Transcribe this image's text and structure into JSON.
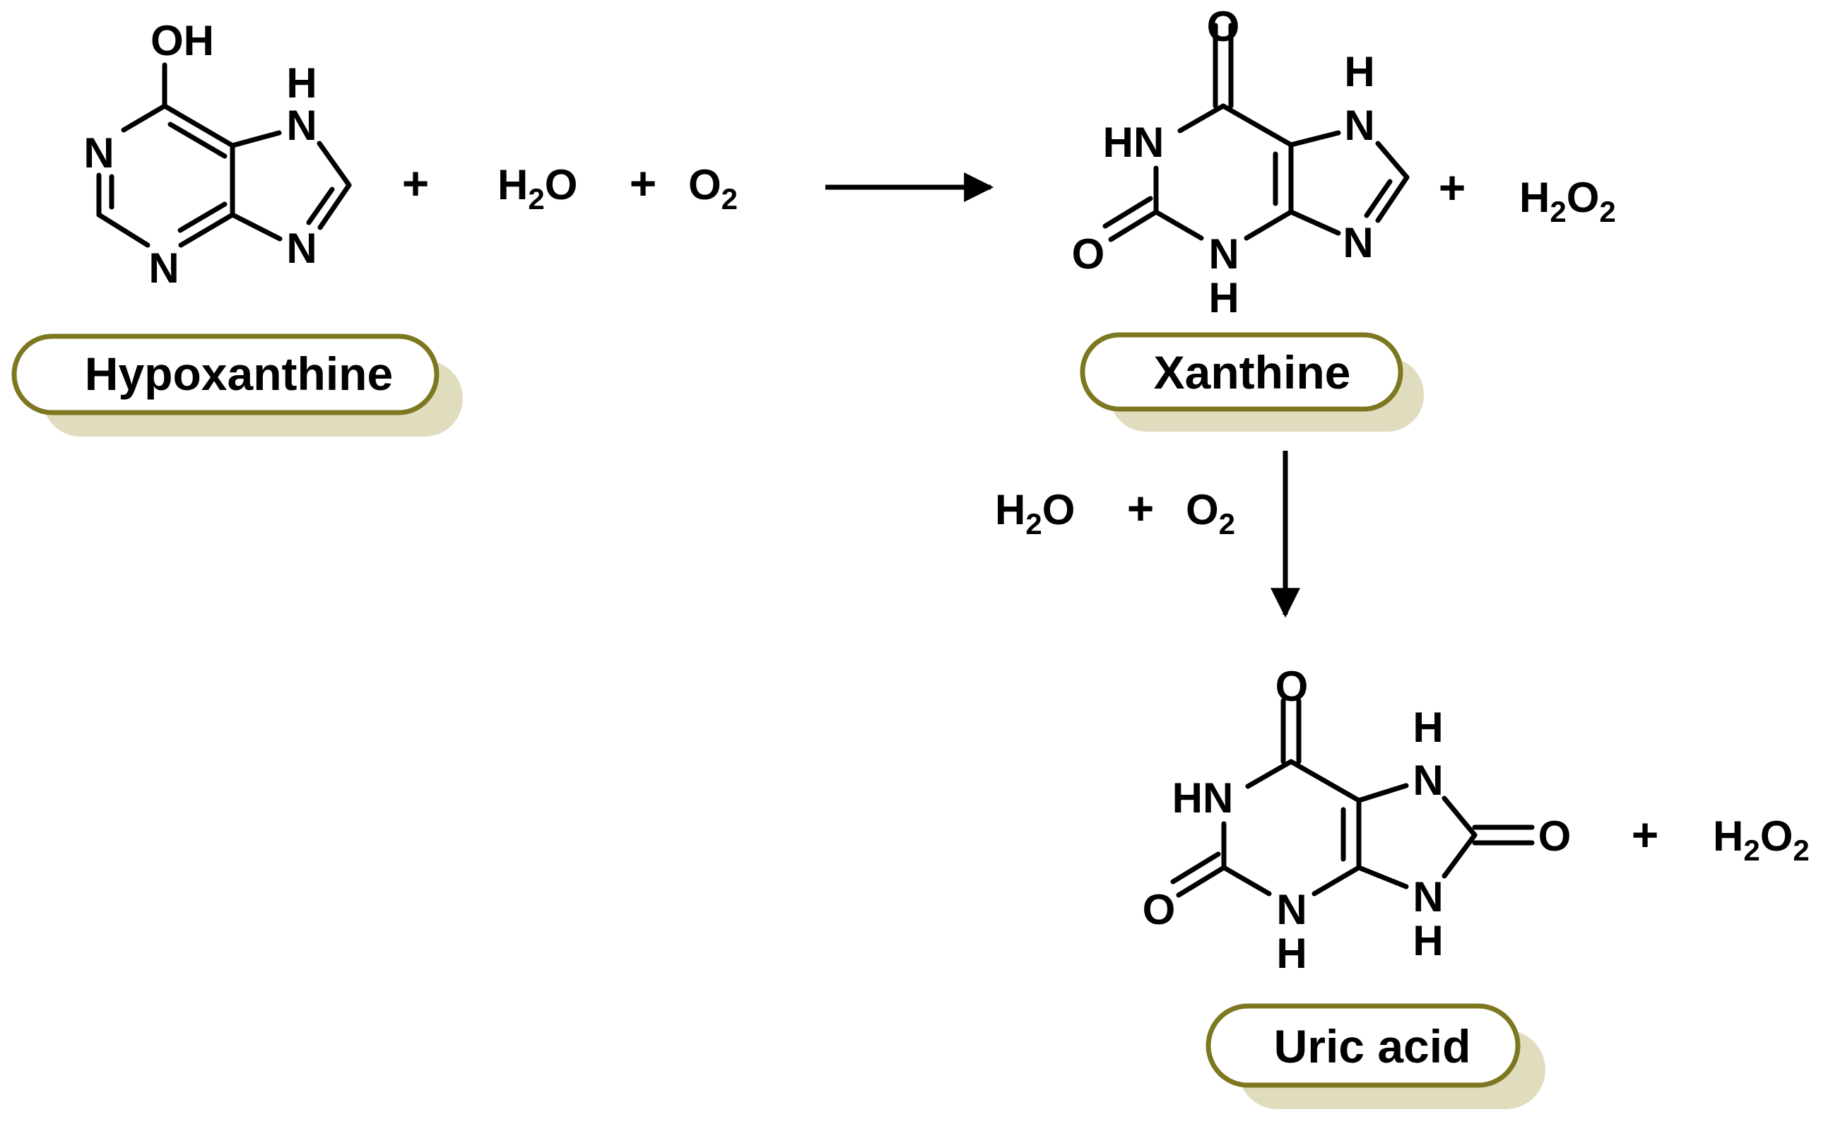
{
  "colors": {
    "ink": "#000000",
    "pill_border": "#7d7720",
    "pill_shadow": "#e0dcbe",
    "background": "#ffffff"
  },
  "atoms": {
    "O": "O",
    "OH": "OH",
    "N": "N",
    "H": "H",
    "HN": "HN"
  },
  "species": {
    "water": {
      "element": "H",
      "count": "2",
      "rest": "O"
    },
    "oxygen": {
      "element": "O",
      "count": "2"
    },
    "peroxide": {
      "element1": "H",
      "count1": "2",
      "element2": "O",
      "count2": "2"
    },
    "plus": "+"
  },
  "labels": {
    "hypoxanthine": "Hypoxanthine",
    "xanthine": "Xanthine",
    "uric_acid": "Uric acid"
  }
}
